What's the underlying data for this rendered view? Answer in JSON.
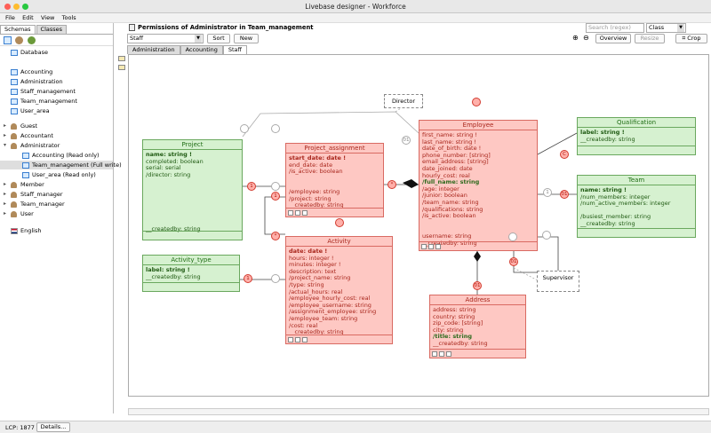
{
  "window": {
    "title": "Livebase designer - Workforce"
  },
  "menu": [
    "File",
    "Edit",
    "View",
    "Tools"
  ],
  "left_panel": {
    "tabs": [
      "Schemas",
      "Classes"
    ],
    "tree": [
      {
        "label": "Database",
        "kind": "schema",
        "indent": 0,
        "expand": ""
      },
      {
        "label": "Accounting",
        "kind": "schema",
        "indent": 0,
        "expand": ""
      },
      {
        "label": "Administration",
        "kind": "schema",
        "indent": 0,
        "expand": ""
      },
      {
        "label": "Staff_management",
        "kind": "schema",
        "indent": 0,
        "expand": ""
      },
      {
        "label": "Team_management",
        "kind": "schema",
        "indent": 0,
        "expand": ""
      },
      {
        "label": "User_area",
        "kind": "schema",
        "indent": 0,
        "expand": ""
      },
      {
        "label": "Guest",
        "kind": "user",
        "indent": 0,
        "expand": "▸"
      },
      {
        "label": "Accountant",
        "kind": "user",
        "indent": 0,
        "expand": "▸"
      },
      {
        "label": "Administrator",
        "kind": "user",
        "indent": 0,
        "expand": "▾"
      },
      {
        "label": "Accounting (Read only)",
        "kind": "perm",
        "indent": 1,
        "expand": ""
      },
      {
        "label": "Team_management (Full write)",
        "kind": "perm",
        "indent": 1,
        "expand": "",
        "selected": true
      },
      {
        "label": "User_area (Read only)",
        "kind": "perm",
        "indent": 1,
        "expand": ""
      },
      {
        "label": "Member",
        "kind": "user",
        "indent": 0,
        "expand": "▸"
      },
      {
        "label": "Staff_manager",
        "kind": "user",
        "indent": 0,
        "expand": "▸"
      },
      {
        "label": "Team_manager",
        "kind": "user",
        "indent": 0,
        "expand": "▸"
      },
      {
        "label": "User",
        "kind": "user",
        "indent": 0,
        "expand": "▸"
      },
      {
        "label": "English",
        "kind": "flag",
        "indent": 0,
        "expand": ""
      }
    ]
  },
  "main": {
    "header": "Permissions of Administrator in Team_management",
    "search_placeholder": "Search (regex)",
    "search_scope": "Class",
    "schema_select": "Staff",
    "sort_label": "Sort",
    "new_label": "New",
    "overview_label": "Overview",
    "resize_label": "Resize",
    "crop_label": "Crop",
    "tabs": [
      "Administration",
      "Accounting",
      "Staff"
    ],
    "active_tab": 2
  },
  "diagram": {
    "classes": [
      {
        "id": "project",
        "color": "green",
        "title": "Project",
        "fields": [
          {
            "t": "name: string !",
            "b": true,
            "dark": true
          },
          {
            "t": "completed: boolean"
          },
          {
            "t": "serial: serial"
          },
          {
            "t": "/director: string"
          },
          {
            "t": ""
          },
          {
            "t": ""
          },
          {
            "t": ""
          },
          {
            "t": ""
          },
          {
            "t": ""
          },
          {
            "t": ""
          },
          {
            "t": ""
          },
          {
            "t": "__createdby: string"
          }
        ]
      },
      {
        "id": "project_assignment",
        "color": "red",
        "title": "Project_assignment",
        "fields": [
          {
            "t": "start_date: date !",
            "b": true
          },
          {
            "t": "end_date: date"
          },
          {
            "t": "/is_active: boolean"
          },
          {
            "t": ""
          },
          {
            "t": ""
          },
          {
            "t": "/employee: string"
          },
          {
            "t": "/project: string"
          },
          {
            "t": "__createdby: string"
          }
        ]
      },
      {
        "id": "employee",
        "color": "red",
        "title": "Employee",
        "fields": [
          {
            "t": "first_name: string !"
          },
          {
            "t": "last_name: string !"
          },
          {
            "t": "date_of_birth: date !"
          },
          {
            "t": "phone_number: [string]"
          },
          {
            "t": "email_address: [string]"
          },
          {
            "t": "date_joined: date"
          },
          {
            "t": "hourly_cost: real"
          },
          {
            "t": "/full_name: string",
            "b": true,
            "dark": true
          },
          {
            "t": "/age: integer"
          },
          {
            "t": "/junior: boolean"
          },
          {
            "t": "/team_name: string"
          },
          {
            "t": "/qualifications: string"
          },
          {
            "t": "/is_active: boolean"
          },
          {
            "t": ""
          },
          {
            "t": ""
          },
          {
            "t": "username: string"
          },
          {
            "t": "__createdby: string"
          }
        ]
      },
      {
        "id": "qualification",
        "color": "green",
        "title": "Qualification",
        "fields": [
          {
            "t": "label: string !",
            "b": true
          },
          {
            "t": "__createdby: string"
          }
        ]
      },
      {
        "id": "team",
        "color": "green",
        "title": "Team",
        "fields": [
          {
            "t": "name: string !",
            "b": true
          },
          {
            "t": "/num_members: integer"
          },
          {
            "t": "/num_active_members: integer"
          },
          {
            "t": ""
          },
          {
            "t": "/busiest_member: string"
          },
          {
            "t": "__createdby: string"
          }
        ]
      },
      {
        "id": "activity_type",
        "color": "green",
        "title": "Activity_type",
        "fields": [
          {
            "t": "label: string !",
            "b": true
          },
          {
            "t": "__createdby: string"
          }
        ]
      },
      {
        "id": "activity",
        "color": "red",
        "title": "Activity",
        "fields": [
          {
            "t": "date: date !",
            "b": true
          },
          {
            "t": "hours: integer !"
          },
          {
            "t": "minutes: integer !"
          },
          {
            "t": "description: text"
          },
          {
            "t": "/project_name: string"
          },
          {
            "t": "/type: string"
          },
          {
            "t": "/actual_hours: real"
          },
          {
            "t": "/employee_hourly_cost: real"
          },
          {
            "t": "/employee_username: string"
          },
          {
            "t": "/assignment_employee: string"
          },
          {
            "t": "/employee_team: string"
          },
          {
            "t": "/cost: real"
          },
          {
            "t": "__createdby: string"
          }
        ]
      },
      {
        "id": "address",
        "color": "red",
        "title": "Address",
        "fields": [
          {
            "t": "address: string"
          },
          {
            "t": "country: string"
          },
          {
            "t": "zip_code: [string]"
          },
          {
            "t": "city: string"
          },
          {
            "t": "/title: string",
            "b": true,
            "dark": true
          },
          {
            "t": "__createdby: string"
          }
        ]
      }
    ],
    "notes": {
      "director": "Director",
      "supervisor": "Supervisor"
    },
    "multiplicity": {
      "one": "1",
      "zero_one": "01",
      "many": "*",
      "composite": "C"
    }
  },
  "status": {
    "lcp": "LCP: 1877",
    "details_label": "Details..."
  },
  "colors": {
    "green_fill": "#d6f1d0",
    "green_border": "#6aa85e",
    "red_fill": "#fec8c3",
    "red_border": "#d96a62"
  }
}
